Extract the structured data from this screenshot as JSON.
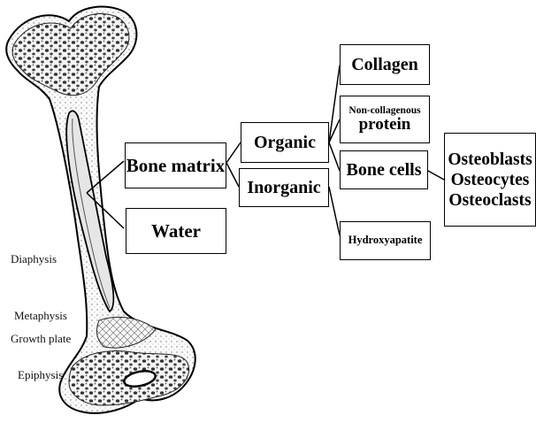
{
  "nodes": {
    "bone_matrix": "Bone matrix",
    "water": "Water",
    "organic": "Organic",
    "inorganic": "Inorganic",
    "collagen": "Collagen",
    "noncollagenous_line1": "Non-collagenous",
    "noncollagenous_line2": "protein",
    "bone_cells": "Bone cells",
    "hydroxyapatite": "Hydroxyapatite",
    "cell_types": [
      "Osteoblasts",
      "Osteocytes",
      "Osteoclasts"
    ]
  },
  "bone_labels": {
    "diaphysis": "Diaphysis",
    "metaphysis": "Metaphysis",
    "growth_plate": "Growth plate",
    "epiphysis": "Epiphysis"
  },
  "colors": {
    "line": "#000000",
    "bone_shading": "#555555",
    "background": "#ffffff"
  }
}
